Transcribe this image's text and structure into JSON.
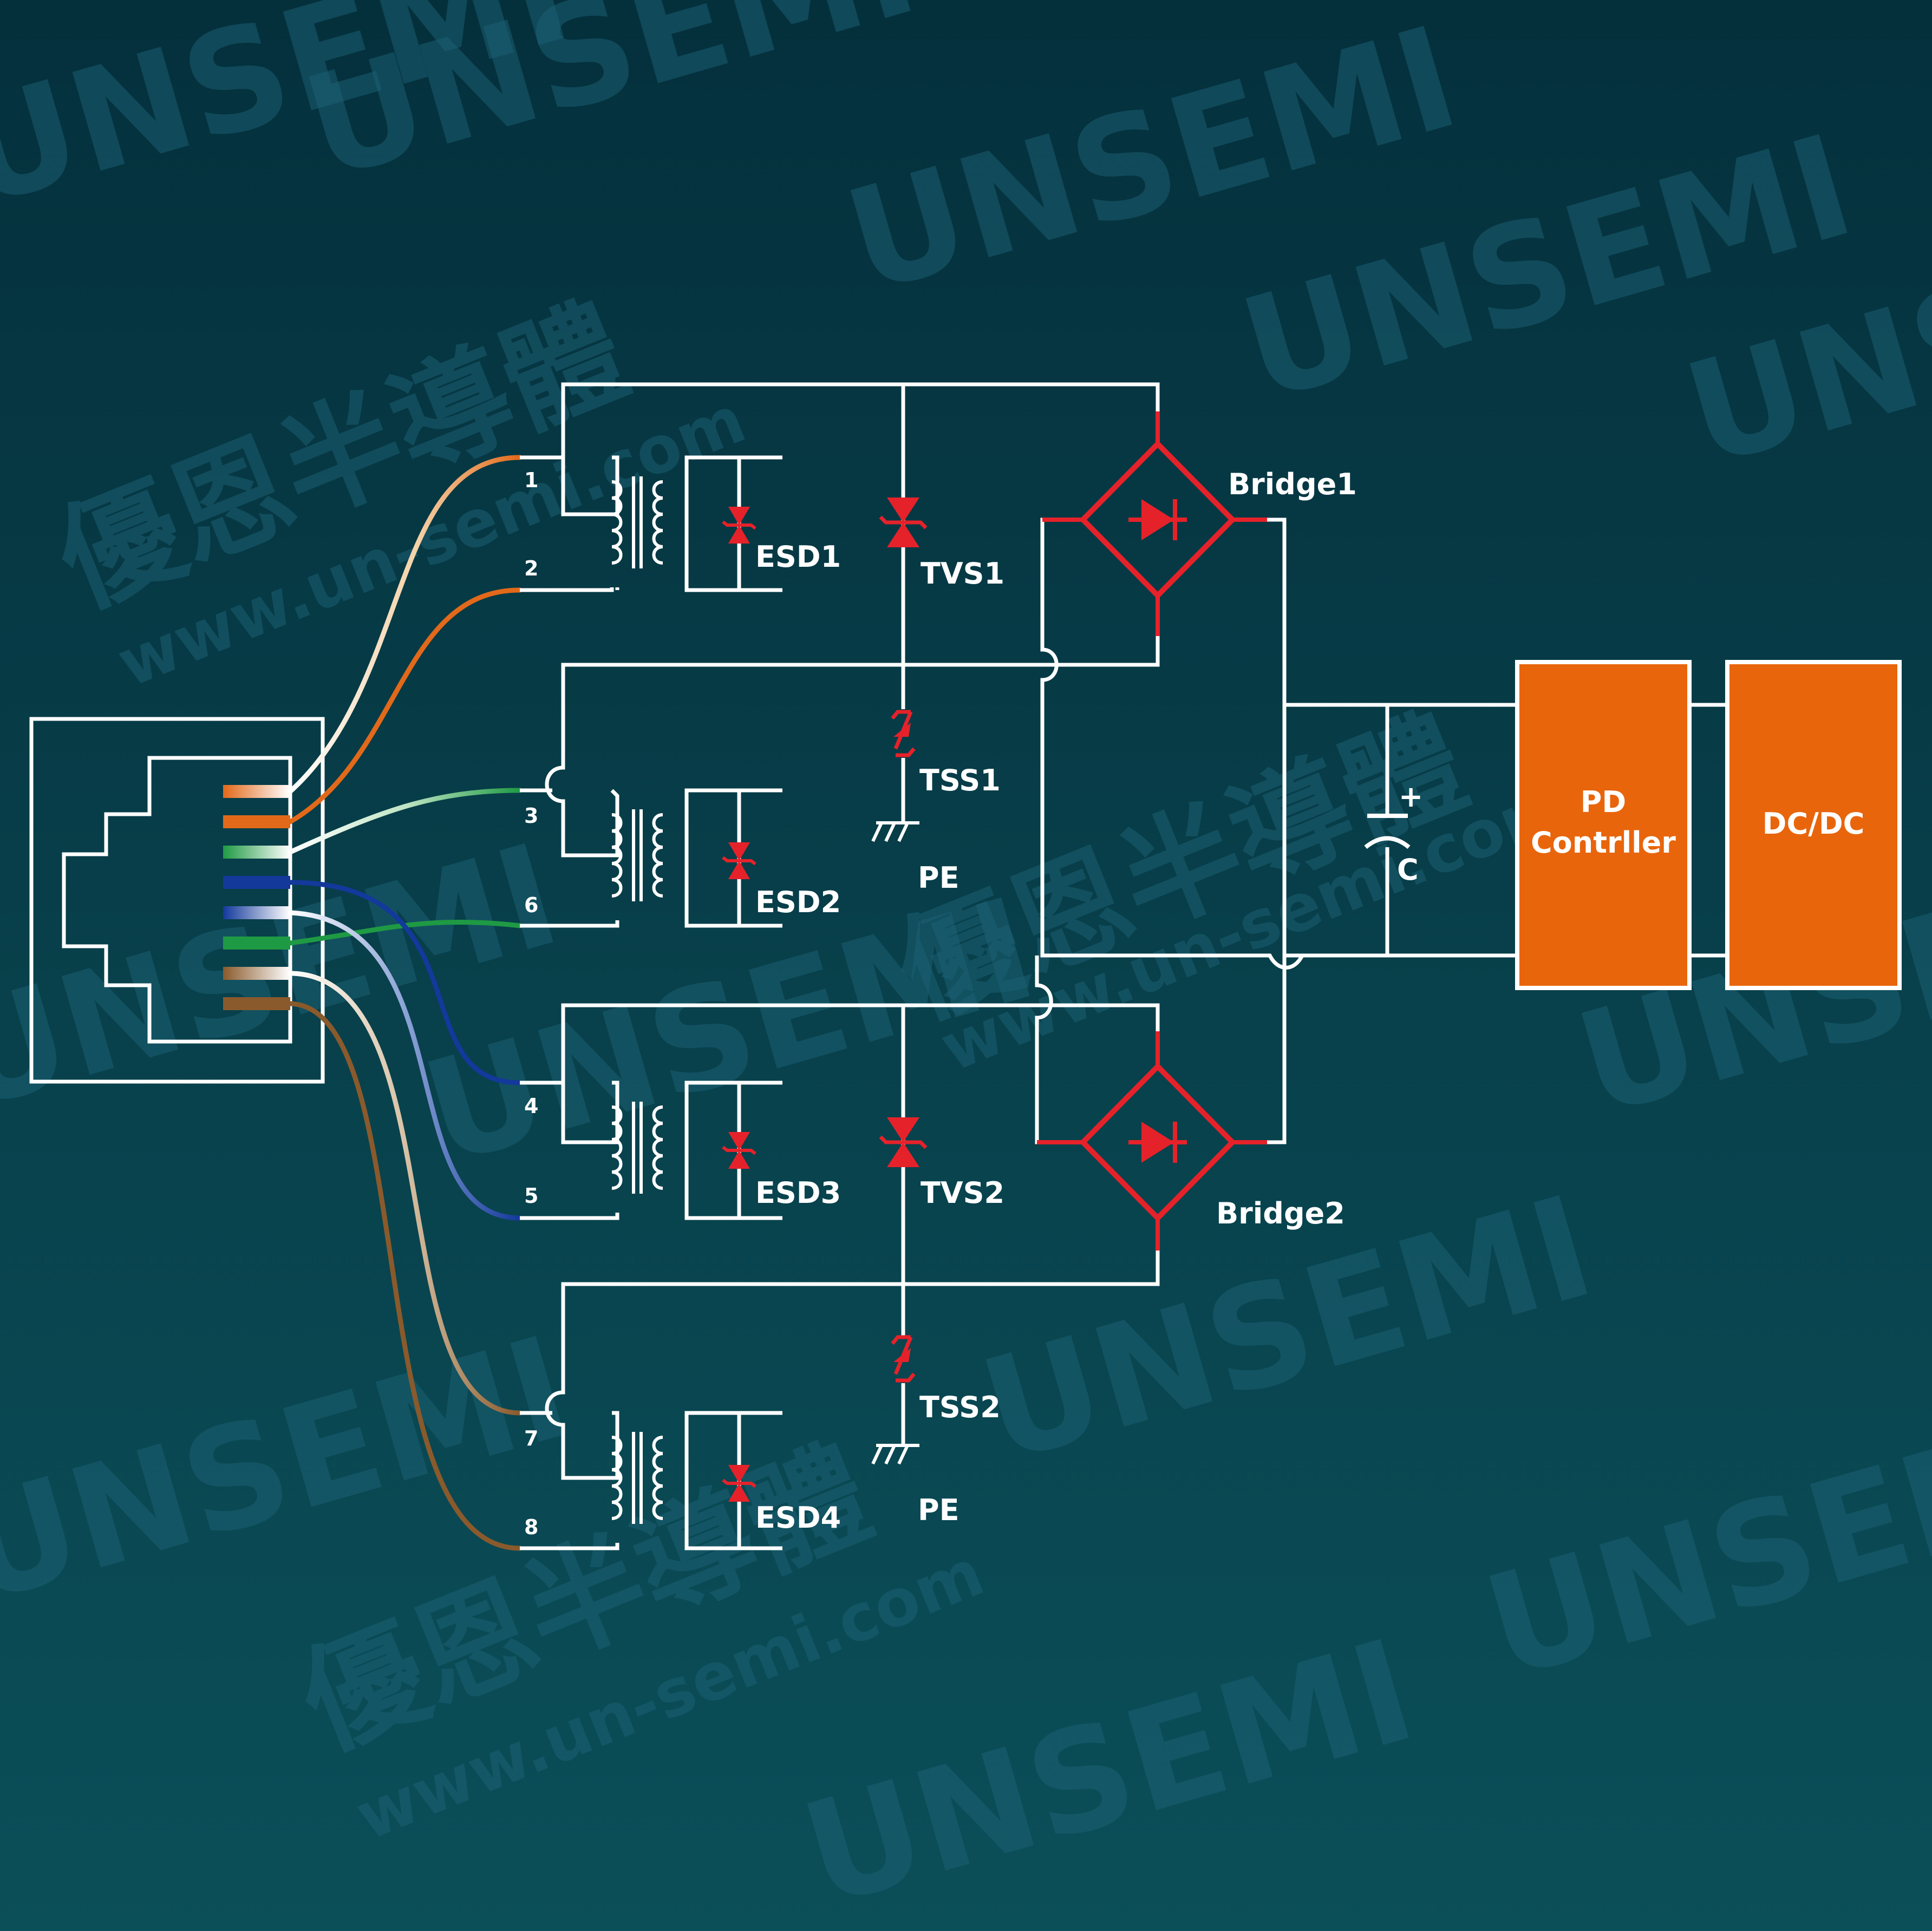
{
  "watermark": {
    "brand": "UNSEMI",
    "chinese": "優恩半導體",
    "url": "www.un-semi.com"
  },
  "colors": {
    "background_top": "#04303c",
    "background_bottom": "#0b4f59",
    "wire": "#ffffff",
    "protection": "#e5222a",
    "block_fill": "#e8650c",
    "pair_orange": "#e2691a",
    "pair_green": "#1f9a44",
    "pair_blue": "#13399b",
    "pair_brown": "#8a5a2c"
  },
  "pins": {
    "p1": "1",
    "p2": "2",
    "p3": "3",
    "p6": "6",
    "p4": "4",
    "p5": "5",
    "p7": "7",
    "p8": "8"
  },
  "components": {
    "esd1": "ESD1",
    "esd2": "ESD2",
    "esd3": "ESD3",
    "esd4": "ESD4",
    "tvs1": "TVS1",
    "tvs2": "TVS2",
    "tss1": "TSS1",
    "tss2": "TSS2",
    "pe1": "PE",
    "pe2": "PE",
    "bridge1": "Bridge1",
    "bridge2": "Bridge2",
    "cap_label": "C",
    "cap_plus": "+"
  },
  "blocks": {
    "pd_line1": "PD",
    "pd_line2": "Contrller",
    "dcdc": "DC/DC"
  },
  "icons": {
    "rj45": "rj45-jack-icon",
    "transformer": "transformer-icon",
    "esd": "esd-diode-icon",
    "tvs": "tvs-diode-icon",
    "tss": "tss-thyristor-icon",
    "ground": "protective-earth-icon",
    "bridge": "bridge-rectifier-icon",
    "capacitor": "polarized-capacitor-icon"
  }
}
